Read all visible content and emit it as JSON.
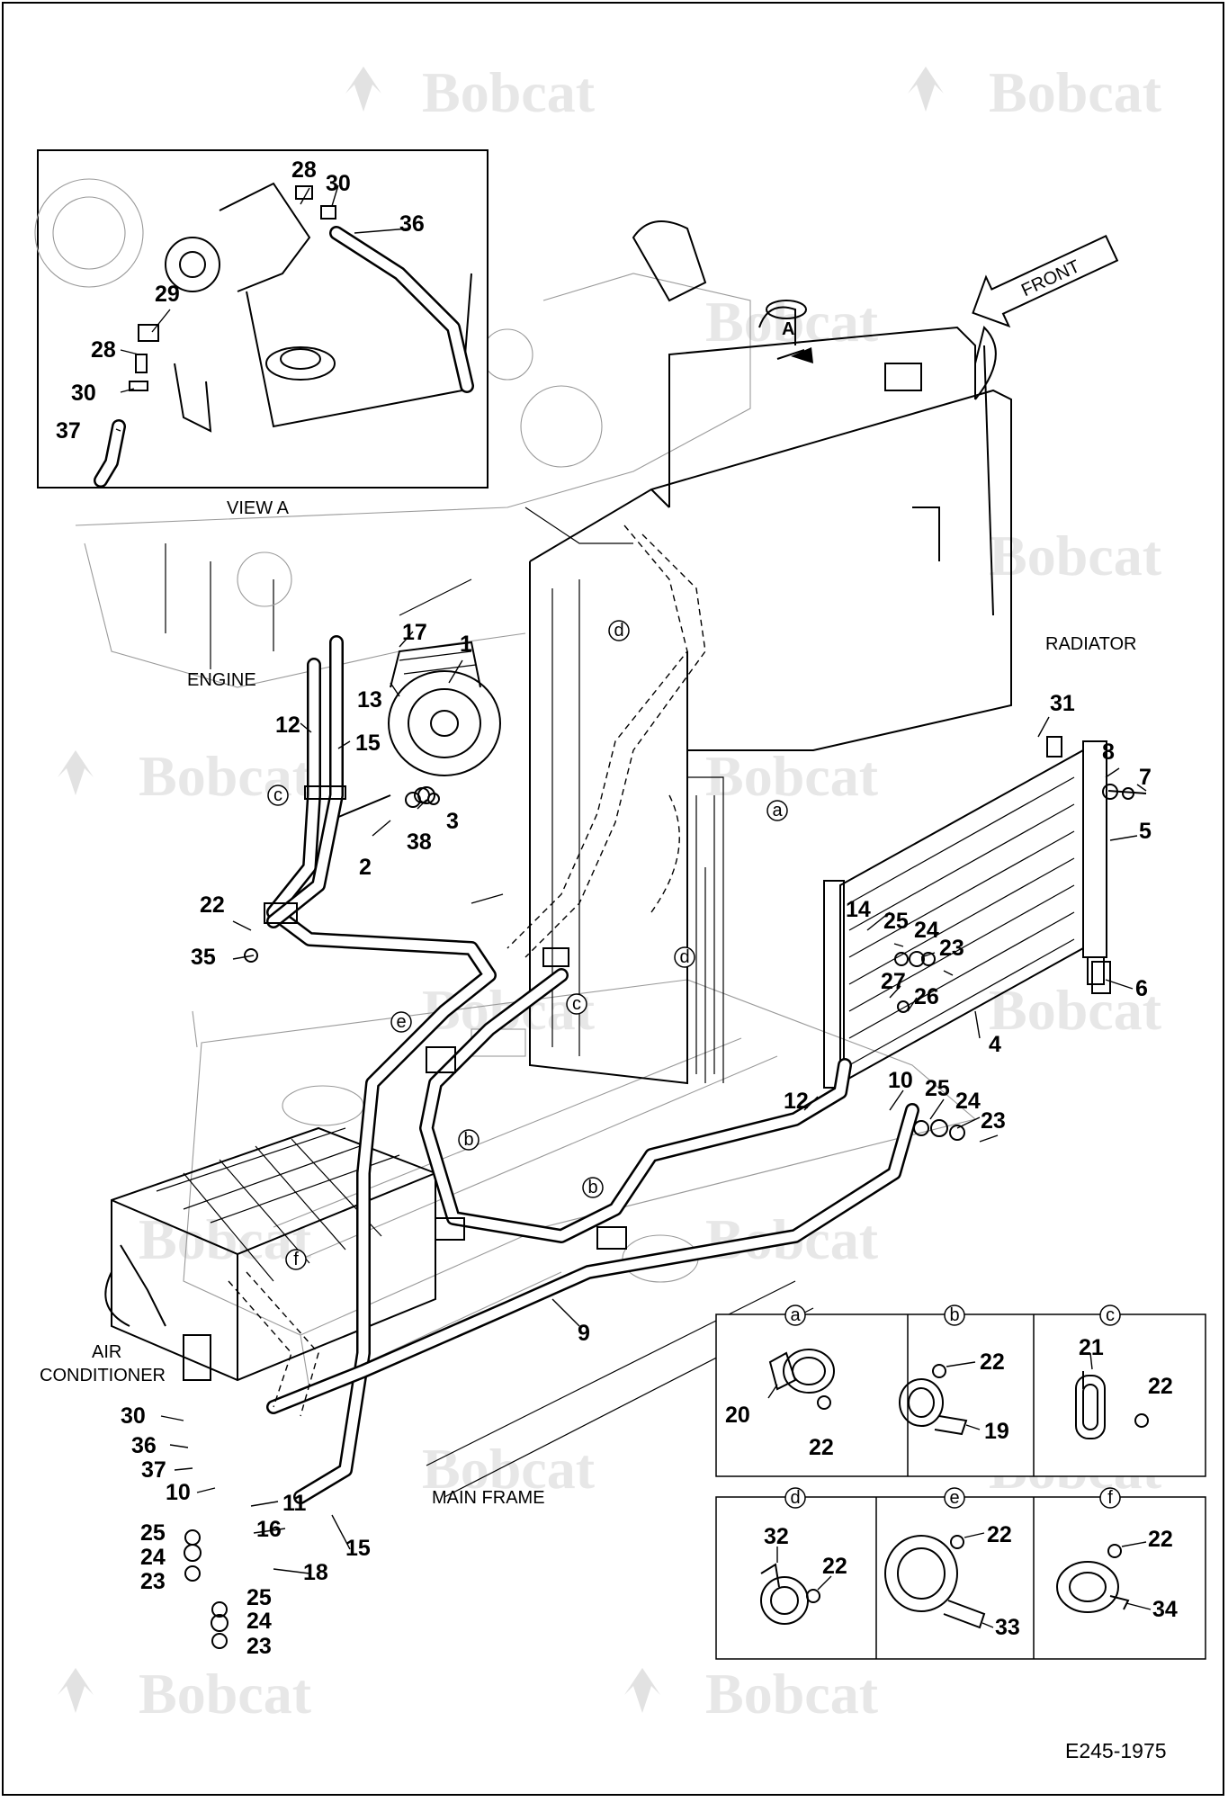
{
  "watermark": {
    "brand": "Bobcat",
    "mark": "."
  },
  "drawing_code": "E245-1975",
  "labels": {
    "view_a": "VIEW  A",
    "engine": "ENGINE",
    "radiator": "RADIATOR",
    "air_conditioner_1": "AIR",
    "air_conditioner_2": "CONDITIONER",
    "main_frame": "MAIN FRAME",
    "front": "FRONT",
    "arrow_a": "A"
  },
  "callouts": {
    "n1": "1",
    "n2": "2",
    "n3": "3",
    "n4": "4",
    "n5": "5",
    "n6": "6",
    "n7": "7",
    "n8": "8",
    "n9": "9",
    "n10": "10",
    "n11": "11",
    "n12": "12",
    "n13": "13",
    "n14": "14",
    "n15": "15",
    "n16": "16",
    "n17": "17",
    "n18": "18",
    "n19": "19",
    "n20": "20",
    "n21": "21",
    "n22": "22",
    "n23": "23",
    "n24": "24",
    "n25": "25",
    "n26": "26",
    "n27": "27",
    "n28": "28",
    "n29": "29",
    "n30": "30",
    "n31": "31",
    "n32": "32",
    "n33": "33",
    "n34": "34",
    "n35": "35",
    "n36": "36",
    "n37": "37",
    "n38": "38"
  },
  "detail_tags": {
    "a": "a",
    "b": "b",
    "c": "c",
    "d": "d",
    "e": "e",
    "f": "f"
  }
}
